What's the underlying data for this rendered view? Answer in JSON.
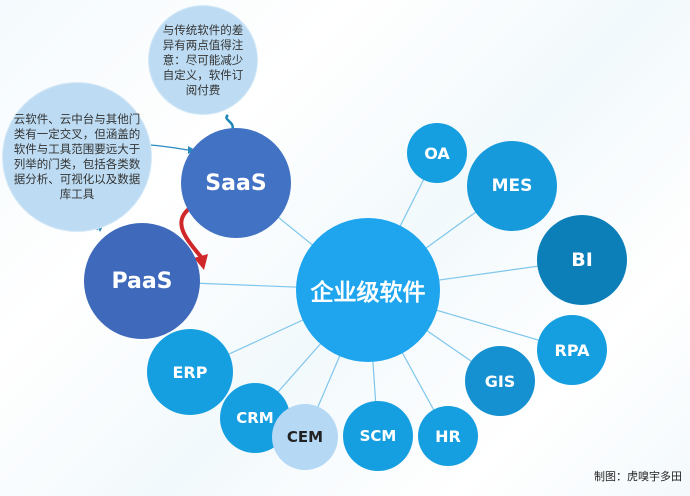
{
  "notes": {
    "top": "与传统软件的差异有两点值得注意：尽可能减少自定义，软件订阅付费",
    "left": "云软件、云中台与其他门类有一定交叉，但涵盖的软件与工具范围要远大于列举的门类，包括各类数据分析、可视化以及数据库工具"
  },
  "nodes": {
    "center": "企业级软件",
    "saas": "SaaS",
    "paas": "PaaS",
    "oa": "OA",
    "mes": "MES",
    "bi": "BI",
    "rpa": "RPA",
    "gis": "GIS",
    "hr": "HR",
    "scm": "SCM",
    "cem": "CEM",
    "crm": "CRM",
    "erp": "ERP"
  },
  "credit": "制图：虎嗅宇多田",
  "colors": {
    "primary": "#1ea5ee",
    "saas": "#4272c4",
    "bi": "#0c7fb8",
    "note": "#bddcf3",
    "arrow": "#d0282a"
  }
}
